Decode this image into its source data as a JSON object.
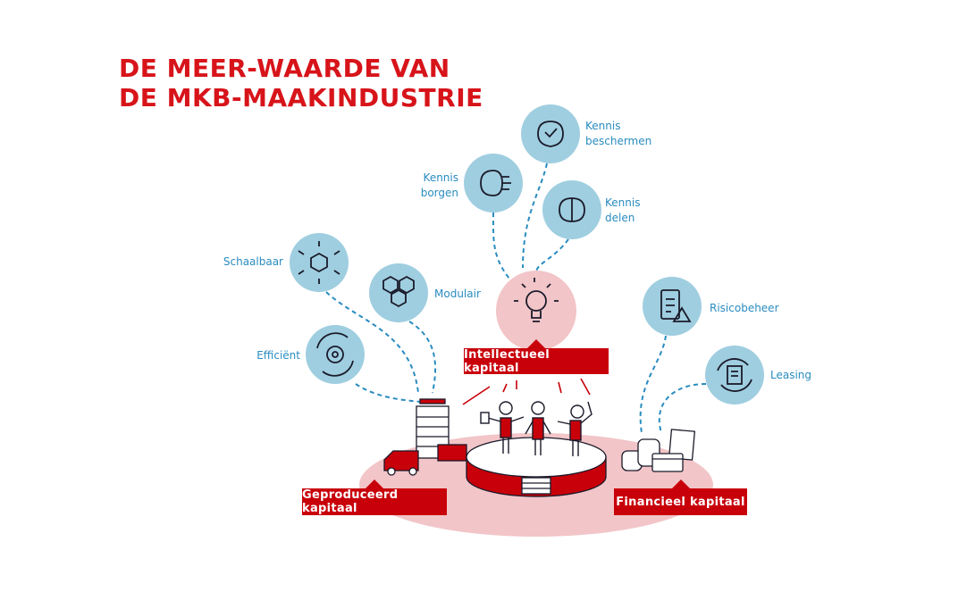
{
  "title": {
    "line1": "DE MEER-WAARDE VAN",
    "line2": "DE MKB-MAAKINDUSTRIE"
  },
  "colors": {
    "red": "#c8000a",
    "pink": "#f2c5c8",
    "blue_circle": "#9fcee0",
    "blue_text": "#2a8cc0"
  },
  "intellectueel": {
    "label": "Intellectueel kapitaal",
    "icon": "lightbulb-icon",
    "items": [
      {
        "label1": "Kennis",
        "label2": "beschermen",
        "icon": "brain-shield-icon"
      },
      {
        "label1": "Kennis",
        "label2": "borgen",
        "icon": "brain-circuit-icon"
      },
      {
        "label1": "Kennis",
        "label2": "delen",
        "icon": "brain-cycle-icon"
      }
    ]
  },
  "geproduceerd": {
    "label": "Geproduceerd kapitaal",
    "icon": "factory-truck-icon",
    "items": [
      {
        "label": "Schaalbaar",
        "icon": "hexagon-arrows-icon"
      },
      {
        "label": "Modulair",
        "icon": "hexagons-icon"
      },
      {
        "label": "Efficiënt",
        "icon": "gear-cycle-icon"
      }
    ]
  },
  "financieel": {
    "label": "Financieel kapitaal",
    "icon": "coins-card-icon",
    "items": [
      {
        "label": "Risicobeheer",
        "icon": "clipboard-warning-icon"
      },
      {
        "label": "Leasing",
        "icon": "document-cycle-icon"
      }
    ]
  }
}
